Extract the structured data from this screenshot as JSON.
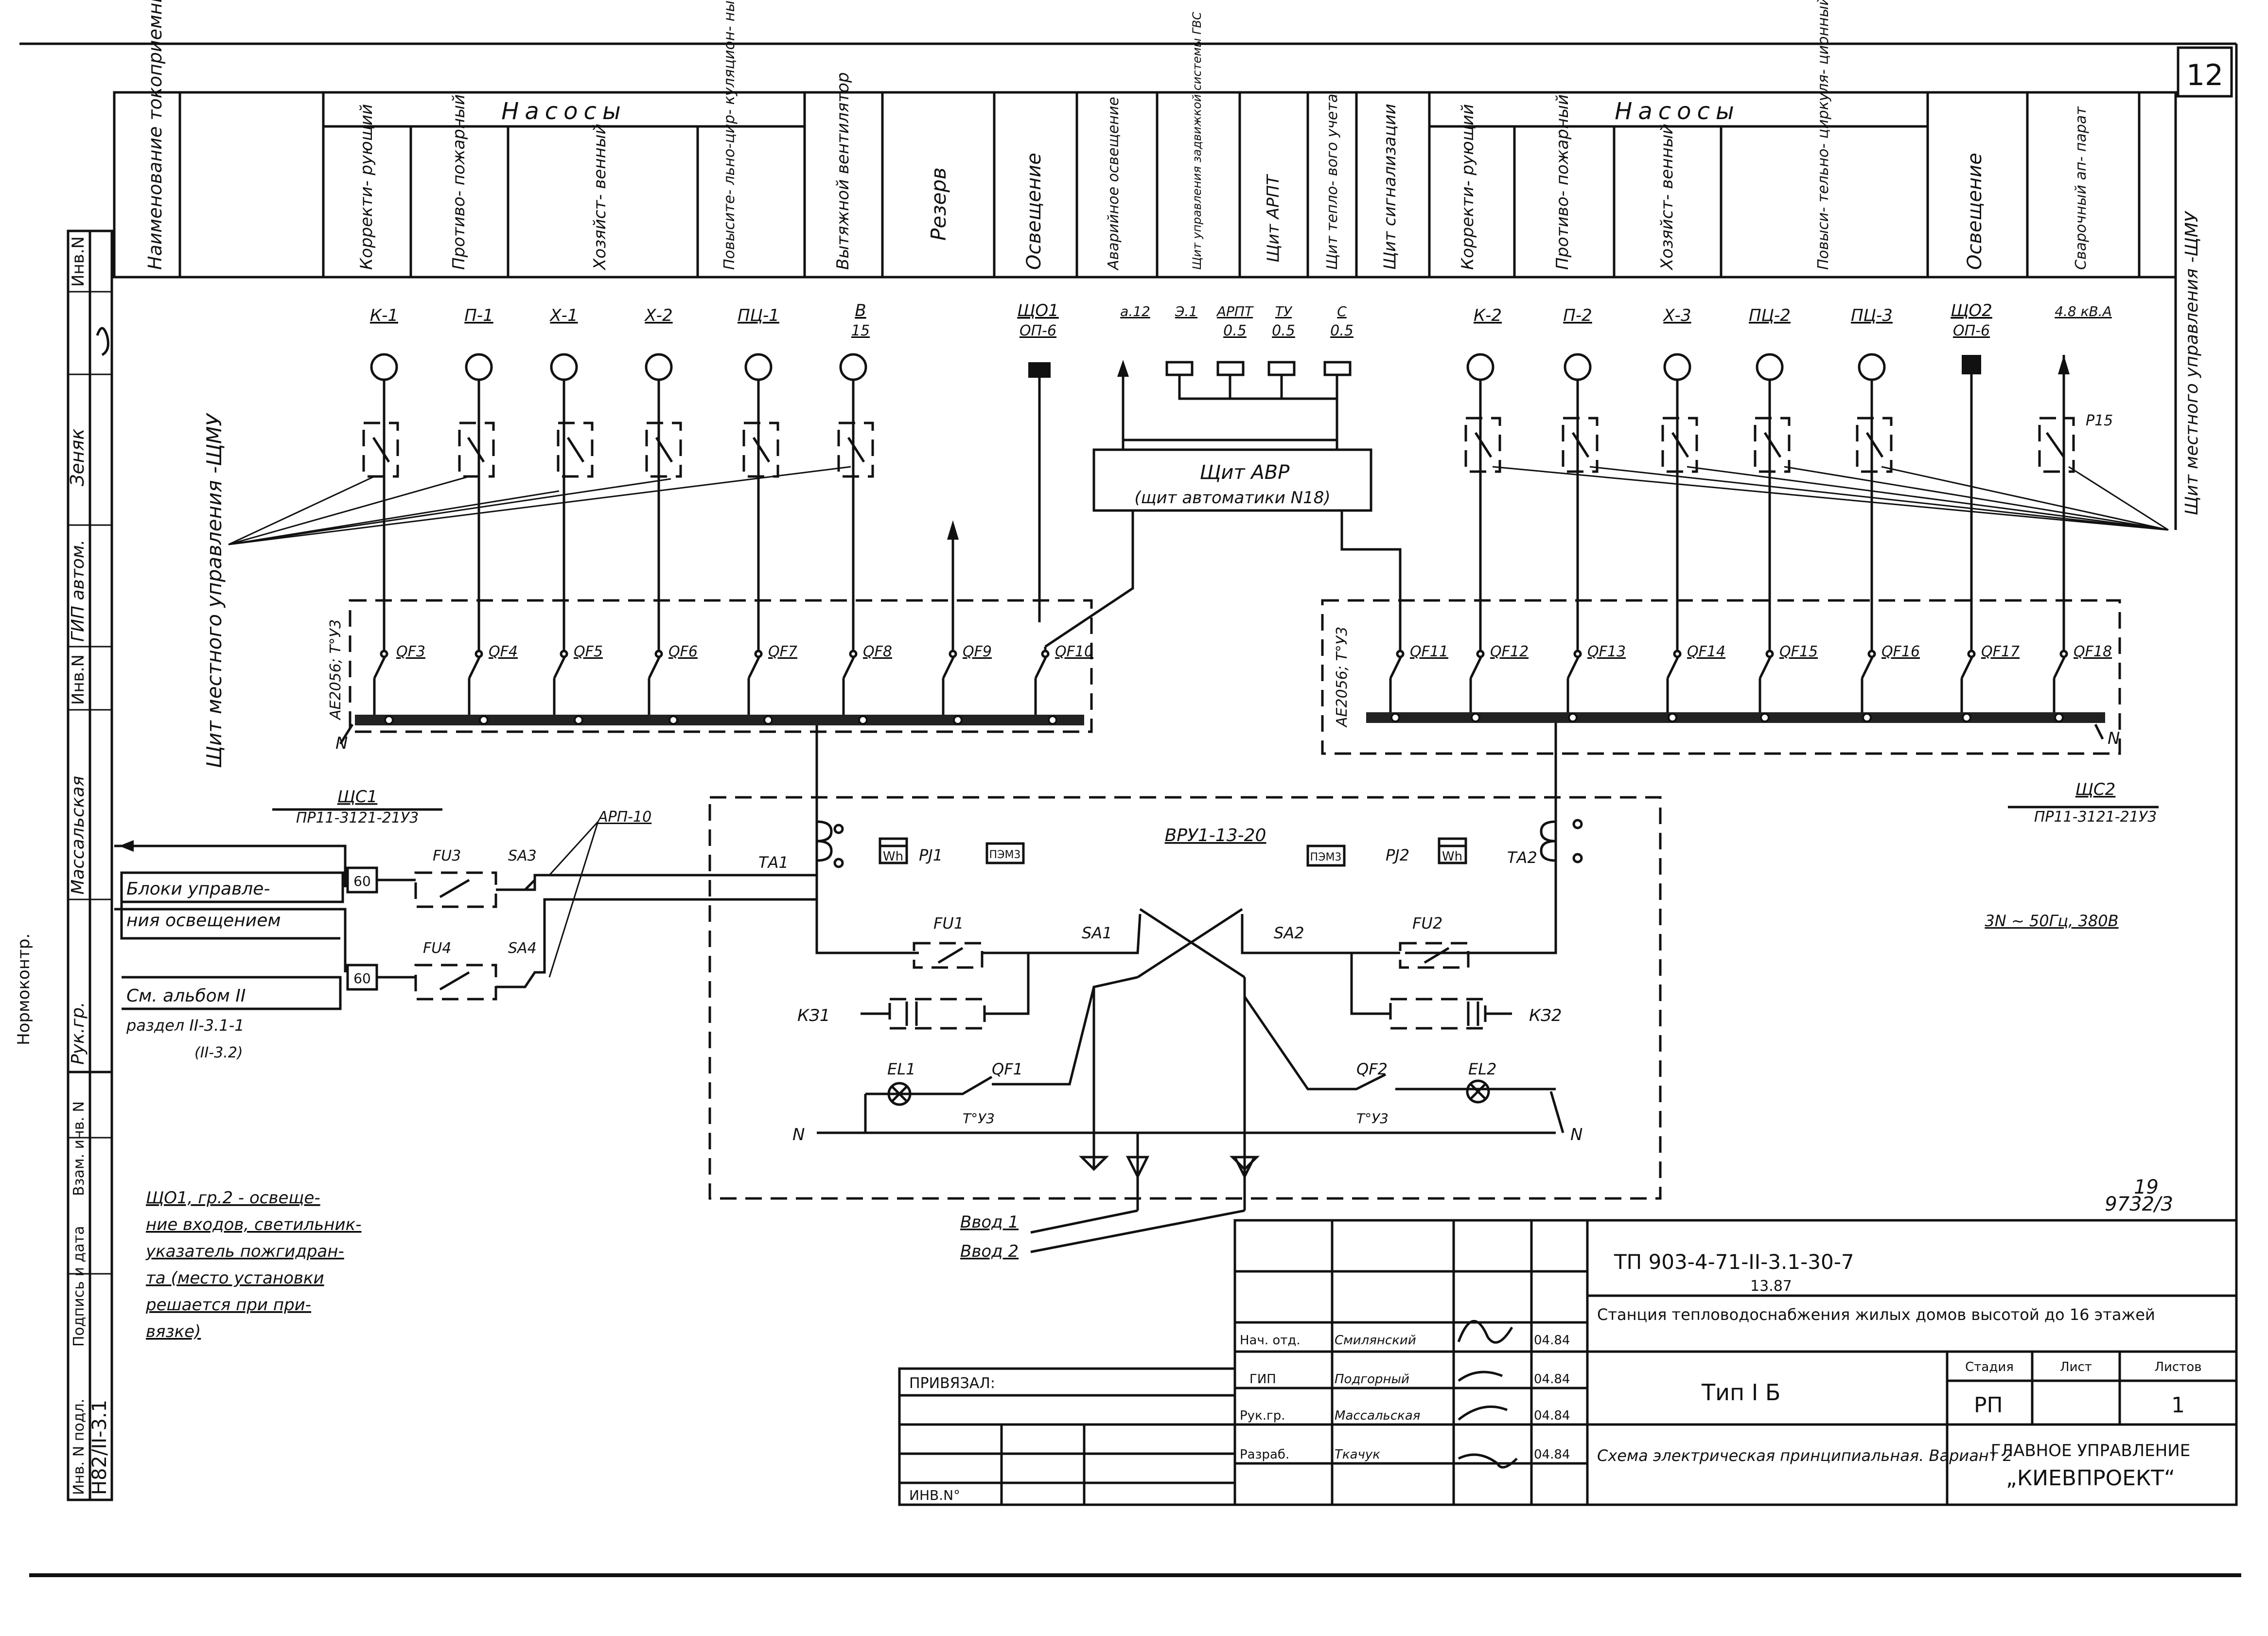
{
  "sheet_number": "12",
  "header": {
    "row_title": "Наименование токоприемников",
    "left_group": "Насосы",
    "right_group": "Насосы",
    "left_columns": [
      "Корректи- рующий",
      "Противо- пожарный",
      "Хозяйст- венный",
      "Повысите- льно-цир- куляцион- ный",
      "Вытяжной вентилятор",
      "Резерв",
      "Освещение",
      "Аварийное освещение",
      "Щит управления задвижкой системы ГВС",
      "Щит АРПТ",
      "Щит тепло- вого учета",
      "Щит сигнализации"
    ],
    "right_columns": [
      "Корректи- рующий",
      "Противо- пожарный",
      "Хозяйст- венный",
      "Повыси- тельно- циркуля- ционный",
      "Освещение",
      "Сварочный ап- парат"
    ]
  },
  "loads_left": [
    "К-1",
    "П-1",
    "Х-1",
    "Х-2",
    "ПЦ-1",
    "В",
    "ЩО1",
    "а.12",
    "Э.1",
    "АРПТ",
    "ТУ",
    "С"
  ],
  "loads_left_sub": [
    "",
    "",
    "",
    "",
    "",
    "15",
    "ОП-6",
    "",
    "",
    "0.5",
    "0.5",
    "0.5"
  ],
  "loads_right": [
    "К-2",
    "П-2",
    "Х-3",
    "ПЦ-2",
    "ПЦ-3",
    "ЩО2",
    "4.8 кВ.А"
  ],
  "loads_right_sub": [
    "",
    "",
    "",
    "",
    "",
    "ОП-6",
    ""
  ],
  "right_vertical_label": "Щит местного управления -ЩМУ",
  "avr_box": {
    "line1": "Щит АВР",
    "line2": "(щит автоматики N18)"
  },
  "relay_label": "Р15",
  "left_panel": {
    "vertical_label": "Щит местного управления -ЩМУ",
    "type_label": "АЕ2056; Т°У3",
    "breakers": [
      "QF3",
      "QF4",
      "QF5",
      "QF6",
      "QF7",
      "QF8",
      "QF9",
      "QF10"
    ],
    "neutral": "N",
    "name": "ЩС1",
    "model": "ПР11-3121-21У3"
  },
  "right_panel": {
    "type_label": "АЕ2056; Т°У3",
    "breakers": [
      "QF11",
      "QF12",
      "QF13",
      "QF14",
      "QF15",
      "QF16",
      "QF17",
      "QF18"
    ],
    "neutral": "N",
    "name": "ЩС2",
    "model": "ПР11-3121-21У3",
    "supply": "3N ~ 50Гц, 380В"
  },
  "vru": {
    "name": "ВРУ1-13-20",
    "ta": [
      "ТА1",
      "ТА2"
    ],
    "meters": [
      "PJ1",
      "PJ2"
    ],
    "meter_symbol": "Wh",
    "pzm": [
      "ПЭМ3",
      "ПЭМ3"
    ],
    "fuses": [
      "FU1",
      "FU2"
    ],
    "switches": [
      "SA1",
      "SA2"
    ],
    "capacitors": [
      "КЗ1",
      "КЗ2"
    ],
    "lights": [
      "EL1",
      "EL2"
    ],
    "light_breakers": [
      "QF1",
      "QF2"
    ],
    "climate": [
      "Т°У3",
      "Т°У3"
    ],
    "neutral": "N",
    "inputs": [
      "Ввод 1",
      "Ввод 2"
    ]
  },
  "lighting_control": {
    "fuses": [
      "FU3",
      "FU4"
    ],
    "switches": [
      "SA3",
      "SA4"
    ],
    "box": "АРП-10",
    "unit": "60",
    "blocks_line1": "Блоки управле-",
    "blocks_line2": "ния освещением",
    "see1": "См. альбом II",
    "see2": "раздел II-3.1-1",
    "see3": "(II-3.2)"
  },
  "note": [
    "ЩО1, гр.2 - освеще-",
    "ние входов, светильник-",
    "указатель пожгидран-",
    "та (место установки",
    "решается при при-",
    "вязке)"
  ],
  "left_margin": {
    "labels": [
      "Инв.N",
      "Зеняк",
      "ГИП автом.",
      "Инв.N",
      "Массальская",
      "Рук.гр.",
      "Взам. инв. N",
      "Подпись и дата",
      "Инв. N подл."
    ],
    "values": [
      "",
      "",
      "",
      "",
      "",
      "",
      "",
      "",
      "Н82/II-3.1"
    ],
    "normocontrol": "Нормоконтр."
  },
  "stamp_code": "9732/3",
  "stamp_num": "19",
  "title_block": {
    "doc_code": "ТП 903-4-71-II-3.1-30-7",
    "doc_date": "13.87",
    "project_title": "Станция тепловодоснабжения жилых домов высотой до 16 этажей",
    "type": "Тип I Б",
    "drawing_title": "Схема электрическая принципиальная. Вариант 2",
    "stage_h": "Стадия",
    "sheet_h": "Лист",
    "sheets_h": "Листов",
    "stage": "РП",
    "sheet": "",
    "sheets": "1",
    "org1": "ГЛАВНОЕ УПРАВЛЕНИЕ",
    "org2": "„КИЕВПРОЕКТ“",
    "privyazal": "ПРИВЯЗАЛ:",
    "inv": "ИНВ.N°",
    "people": [
      {
        "role": "Нач. отд.",
        "name": "Смилянский",
        "date": "04.84"
      },
      {
        "role": "ГИП",
        "name": "Подгорный",
        "date": "04.84"
      },
      {
        "role": "Рук.гр.",
        "name": "Массальская",
        "date": "04.84"
      },
      {
        "role": "Разраб.",
        "name": "Ткачук",
        "date": "04.84"
      }
    ]
  }
}
